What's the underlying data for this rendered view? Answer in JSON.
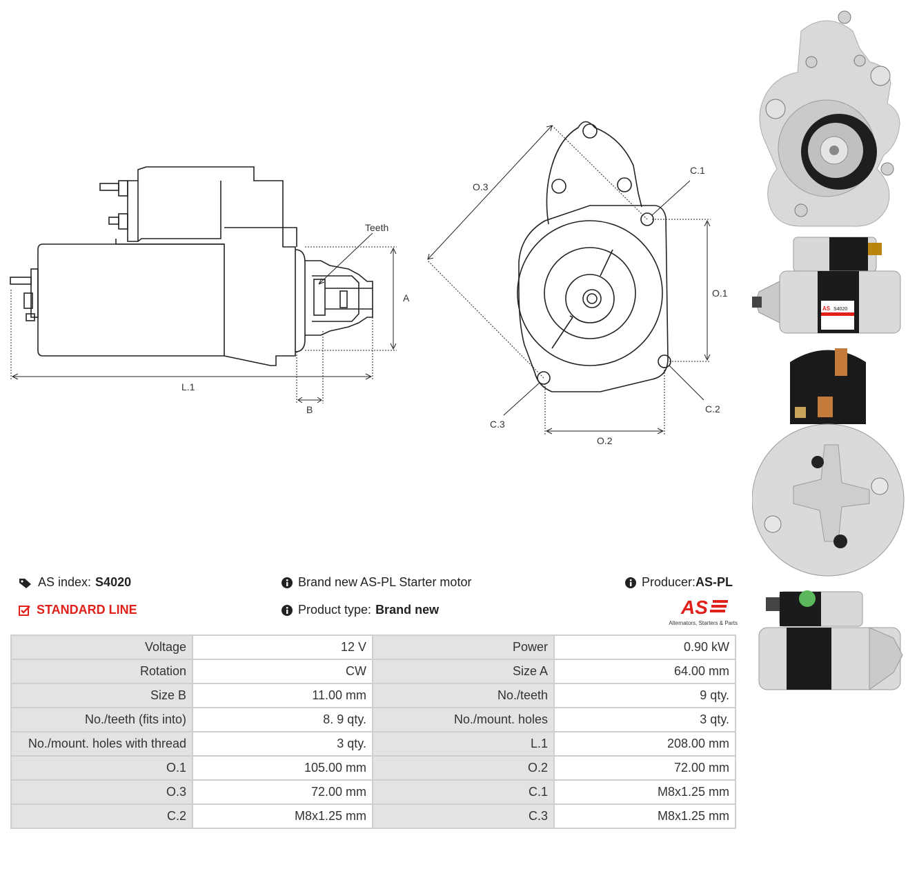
{
  "diagram": {
    "labels": {
      "teeth": "Teeth",
      "a": "A",
      "b": "B",
      "l1": "L.1",
      "o1": "O.1",
      "o2": "O.2",
      "o3": "O.3",
      "c1": "C.1",
      "c2": "C.2",
      "c3": "C.3"
    }
  },
  "info": {
    "as_index_label": "AS index:",
    "as_index_value": "S4020",
    "line": "STANDARD LINE",
    "description": "Brand new AS-PL Starter motor",
    "product_type_label": "Product type:",
    "product_type_value": "Brand new",
    "producer_label": "Producer:",
    "producer_value": "AS-PL"
  },
  "logo": {
    "mark": "AS",
    "tagline": "Alternators, Starters & Parts",
    "color": "#e0201b"
  },
  "photos": {
    "label_model": "S4020"
  },
  "specs": [
    [
      "Voltage",
      "12 V",
      "Power",
      "0.90 kW"
    ],
    [
      "Rotation",
      "CW",
      "Size A",
      "64.00 mm"
    ],
    [
      "Size B",
      "11.00 mm",
      "No./teeth",
      "9 qty."
    ],
    [
      "No./teeth (fits into)",
      "8. 9 qty.",
      "No./mount. holes",
      "3 qty."
    ],
    [
      "No./mount. holes with thread",
      "3 qty.",
      "L.1",
      "208.00 mm"
    ],
    [
      "O.1",
      "105.00 mm",
      "O.2",
      "72.00 mm"
    ],
    [
      "O.3",
      "72.00 mm",
      "C.1",
      "M8x1.25 mm"
    ],
    [
      "C.2",
      "M8x1.25 mm",
      "C.3",
      "M8x1.25 mm"
    ]
  ]
}
